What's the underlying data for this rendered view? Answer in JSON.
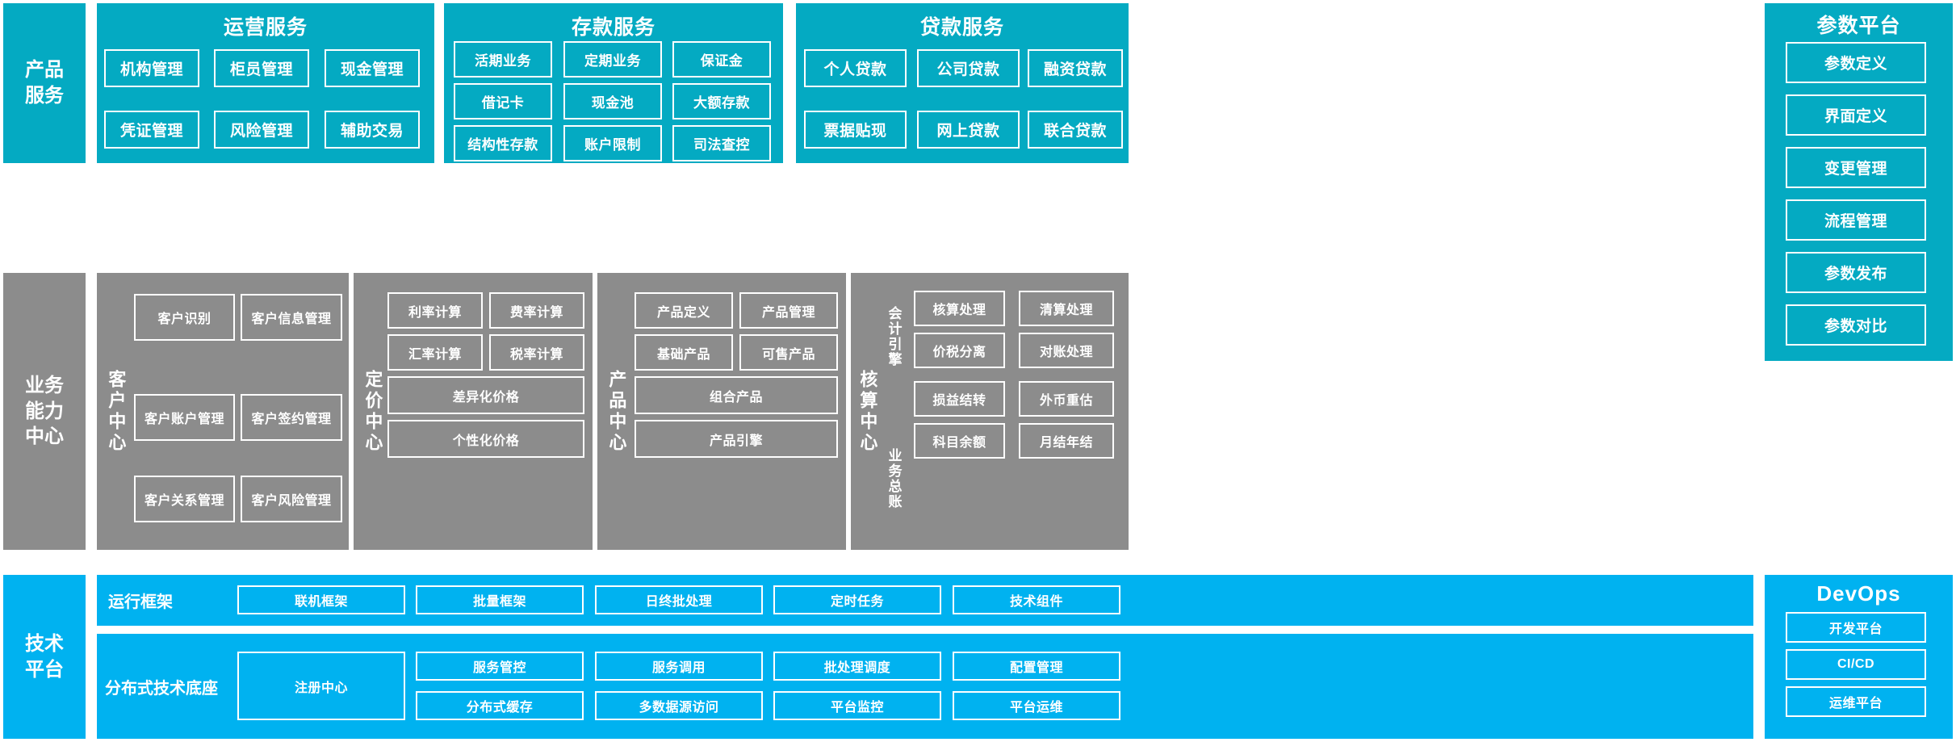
{
  "colors": {
    "teal": "#04aac2",
    "gray": "#8c8c8c",
    "blue": "#00b2f0",
    "tile_border": "#ffffff",
    "page_bg": "#ffffff"
  },
  "layers": {
    "product_service": {
      "label": "产品\n服务"
    },
    "business_capability": {
      "label": "业务\n能力\n中心"
    },
    "technology_platform": {
      "label": "技术\n平台"
    }
  },
  "product_service": {
    "panels": [
      {
        "title": "运营服务",
        "tiles": [
          "机构管理",
          "柜员管理",
          "现金管理",
          "凭证管理",
          "风险管理",
          "辅助交易"
        ]
      },
      {
        "title": "存款服务",
        "tiles": [
          "活期业务",
          "定期业务",
          "保证金",
          "借记卡",
          "现金池",
          "大额存款",
          "结构性存款",
          "账户限制",
          "司法查控"
        ]
      },
      {
        "title": "贷款服务",
        "tiles": [
          "个人贷款",
          "公司贷款",
          "融资贷款",
          "票据贴现",
          "网上贷款",
          "联合贷款"
        ]
      }
    ]
  },
  "parameter_platform": {
    "title": "参数平台",
    "tiles": [
      "参数定义",
      "界面定义",
      "变更管理",
      "流程管理",
      "参数发布",
      "参数对比"
    ]
  },
  "business_capability": {
    "centers": [
      {
        "vlabel": "客户中心",
        "tiles": [
          "客户识别",
          "客户信息管理",
          "客户账户管理",
          "客户签约管理",
          "客户关系管理",
          "客户风险管理"
        ]
      },
      {
        "vlabel": "定价中心",
        "tiles": [
          "利率计算",
          "费率计算",
          "汇率计算",
          "税率计算"
        ],
        "wide_tiles": [
          "差异化价格",
          "个性化价格"
        ]
      },
      {
        "vlabel": "产品中心",
        "tiles": [
          "产品定义",
          "产品管理",
          "基础产品",
          "可售产品"
        ],
        "wide_tiles": [
          "组合产品",
          "产品引擎"
        ]
      },
      {
        "vlabel": "核算中心",
        "subgroups": [
          {
            "vlabel": "会计引擎",
            "tiles": [
              "核算处理",
              "清算处理",
              "价税分离",
              "对账处理"
            ]
          },
          {
            "vlabel": "业务总账",
            "tiles": [
              "损益结转",
              "外币重估",
              "科目余额",
              "月结年结"
            ]
          }
        ]
      }
    ]
  },
  "technology_platform": {
    "rows": [
      {
        "label": "运行框架",
        "tiles": [
          "联机框架",
          "批量框架",
          "日终批处理",
          "定时任务",
          "技术组件"
        ]
      },
      {
        "label": "分布式技术底座",
        "big_tile": "注册中心",
        "tiles_top": [
          "服务管控",
          "服务调用",
          "批处理调度",
          "配置管理"
        ],
        "tiles_bottom": [
          "分布式缓存",
          "多数据源访问",
          "平台监控",
          "平台运维"
        ]
      }
    ]
  },
  "devops": {
    "title": "DevOps",
    "tiles": [
      "开发平台",
      "CI/CD",
      "运维平台"
    ]
  }
}
